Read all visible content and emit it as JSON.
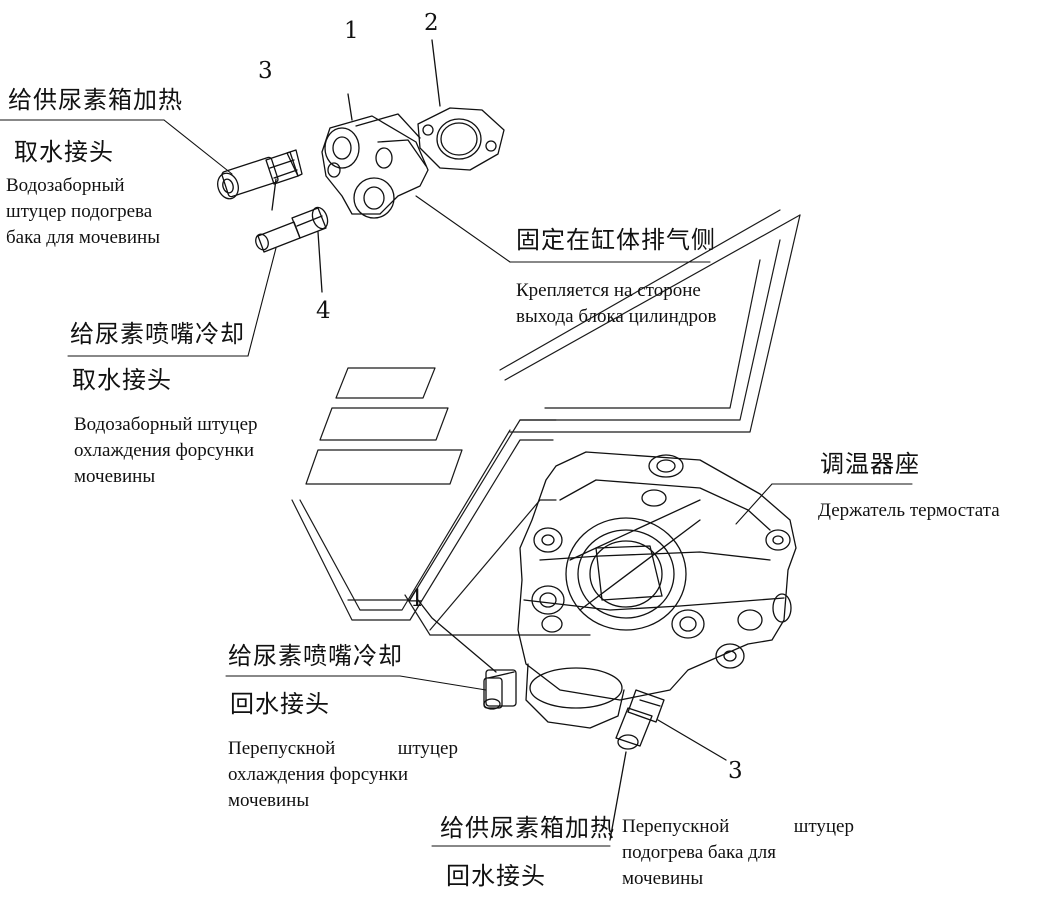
{
  "callouts": {
    "n1": "1",
    "n2": "2",
    "n3_top": "3",
    "n4_top": "4",
    "n4_bottom": "4",
    "n3_bottom": "3"
  },
  "labels": {
    "urea_tank_heat_intake": {
      "zh_line1": "给供尿素箱加热",
      "zh_line2": "取水接头",
      "ru_lines": [
        "Водозаборный",
        "штуцер подогрева",
        "бака для мочевины"
      ]
    },
    "exhaust_side": {
      "zh": "固定在缸体排气侧",
      "ru_lines": [
        "Крепляется на стороне",
        "выхода блока цилиндров"
      ]
    },
    "nozzle_cooling_intake": {
      "zh_line1": "给尿素喷嘴冷却",
      "zh_line2": "取水接头",
      "ru_lines": [
        "Водозаборный штуцер",
        "охлаждения форсунки",
        "мочевины"
      ]
    },
    "thermostat_seat": {
      "zh": "调温器座",
      "ru": "Держатель термостата"
    },
    "nozzle_cooling_return": {
      "zh_line1": "给尿素喷嘴冷却",
      "zh_line2": "回水接头",
      "ru_lines": [
        "Перепускной штуцер",
        "охлаждения форсунки",
        "мочевины"
      ]
    },
    "urea_tank_heat_return": {
      "zh_line1": "给供尿素箱加热",
      "zh_line2": "回水接头",
      "ru_lines": [
        "Перепускной штуцер",
        "подогрева бака для",
        "мочевины"
      ]
    }
  },
  "colors": {
    "ink": "#111111",
    "watermark": "#1a1a1a"
  }
}
